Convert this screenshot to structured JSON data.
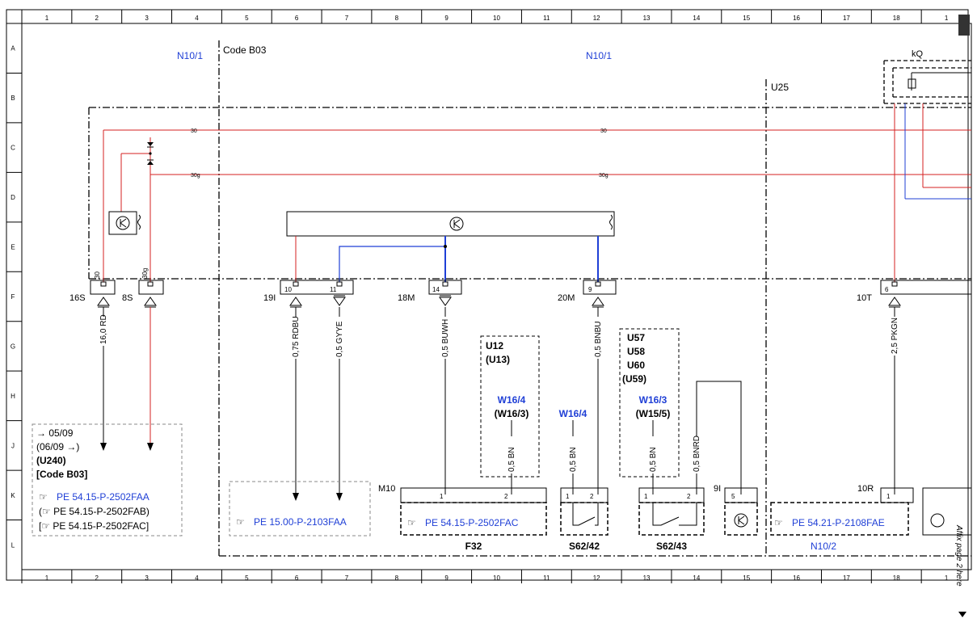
{
  "grid": {
    "cols": [
      "1",
      "2",
      "3",
      "4",
      "5",
      "6",
      "7",
      "8",
      "9",
      "10",
      "11",
      "12",
      "13",
      "14",
      "15",
      "16",
      "17",
      "18",
      "1"
    ],
    "rows": [
      "A",
      "B",
      "C",
      "D",
      "E",
      "F",
      "G",
      "H",
      "J",
      "K",
      "L"
    ]
  },
  "labels": {
    "n10_1_left": "N10/1",
    "code_b03": "Code B03",
    "n10_1_center": "N10/1",
    "u25": "U25",
    "kq": "kQ",
    "n10_2": "N10/2",
    "m10": "M10",
    "f32": "F32",
    "s62_42": "S62/42",
    "s62_43": "S62/43",
    "bus_30_a": "30",
    "bus_30_b": "30",
    "bus_30g_a": "30g",
    "bus_30g_b": "30g"
  },
  "connectors": {
    "c16s": "16S",
    "c8s": "8S",
    "c19i": "19I",
    "c18m": "18M",
    "c20m": "20M",
    "c10t": "10T",
    "c9i": "9I",
    "c10r": "10R",
    "pin30": "30",
    "pin30g": "30g",
    "pin10": "10",
    "pin11": "11",
    "pin14": "14",
    "pin9": "9",
    "pin6": "6",
    "m10_p1": "1",
    "m10_p2": "2",
    "s42_p1": "1",
    "s42_p2": "2",
    "s43_p1": "1",
    "s43_p2": "2",
    "p5": "5",
    "p1r": "1"
  },
  "wires": {
    "rd16": "16,0 RD",
    "rdbu": "0,75 RDBU",
    "gyye": "0,5 GYYE",
    "buwh": "0,5 BUWH",
    "bnbu": "0,5 BNBU",
    "pkgn": "2,5 PKGN",
    "bn1": "0,5 BN",
    "bn2": "0,5 BN",
    "bn3": "0,5 BN",
    "bnrd": "0,5 BNRD"
  },
  "variants": {
    "u12": "U12",
    "u13": "(U13)",
    "w16_4a": "W16/4",
    "w16_3a": "(W16/3)",
    "w16_4b": "W16/4",
    "u57": "U57",
    "u58": "U58",
    "u60": "U60",
    "u59": "(U59)",
    "w16_3b": "W16/3",
    "w15_5": "(W15/5)"
  },
  "notebox": {
    "l1": "→ 05/09",
    "l2": "(06/09 →)",
    "l3": "(U240)",
    "l4": "[Code B03]",
    "r1": "PE 54.15-P-2502FAA",
    "r2": "(☞ PE 54.15-P-2502FAB)",
    "r3": "[☞ PE 54.15-P-2502FAC]"
  },
  "refs": {
    "pe15": "PE 15.00-P-2103FAA",
    "pe54fac": "PE 54.15-P-2502FAC",
    "pe54fae": "PE 54.21-P-2108FAE",
    "ref_glyph": "☞"
  },
  "side_note": "Affix page 2 here",
  "colors": {
    "red": "#d62020",
    "blue": "#1f3fd6",
    "black": "#000000",
    "grey": "#888888"
  }
}
